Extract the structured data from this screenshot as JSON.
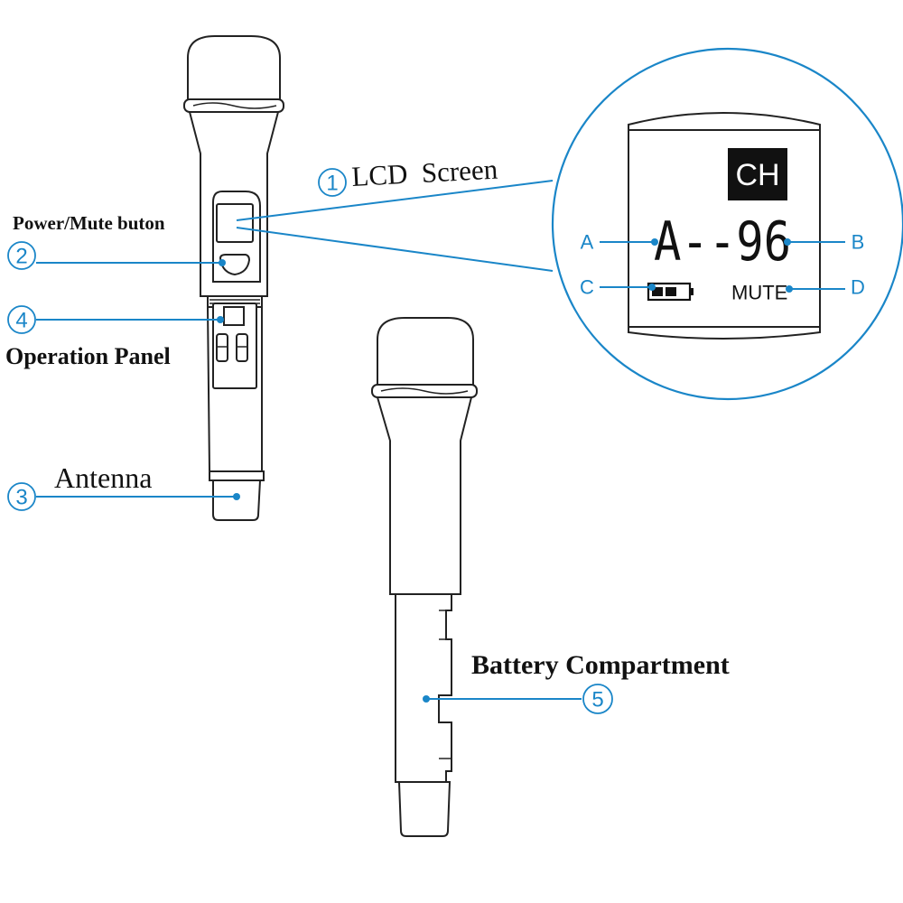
{
  "colors": {
    "accent": "#1a86c8",
    "line": "#222222",
    "lcd_text": "#111111",
    "ch_bg": "#111111",
    "ch_text": "#ffffff"
  },
  "callouts": {
    "lcd": {
      "number": "1",
      "label": "LCD  Screen"
    },
    "power": {
      "number": "2",
      "label": "Power/Mute buton"
    },
    "antenna": {
      "number": "3",
      "label": "Antenna"
    },
    "panel": {
      "number": "4",
      "label": "Operation Panel"
    },
    "battery": {
      "number": "5",
      "label": "Battery Compartment"
    }
  },
  "lcd": {
    "ch_label": "CH",
    "channel_display": "A--96",
    "mute_label": "MUTE",
    "battery_icon": "battery-icon",
    "battery_level": 0.67,
    "markers": {
      "a": "A",
      "b": "B",
      "c": "C",
      "d": "D"
    }
  }
}
